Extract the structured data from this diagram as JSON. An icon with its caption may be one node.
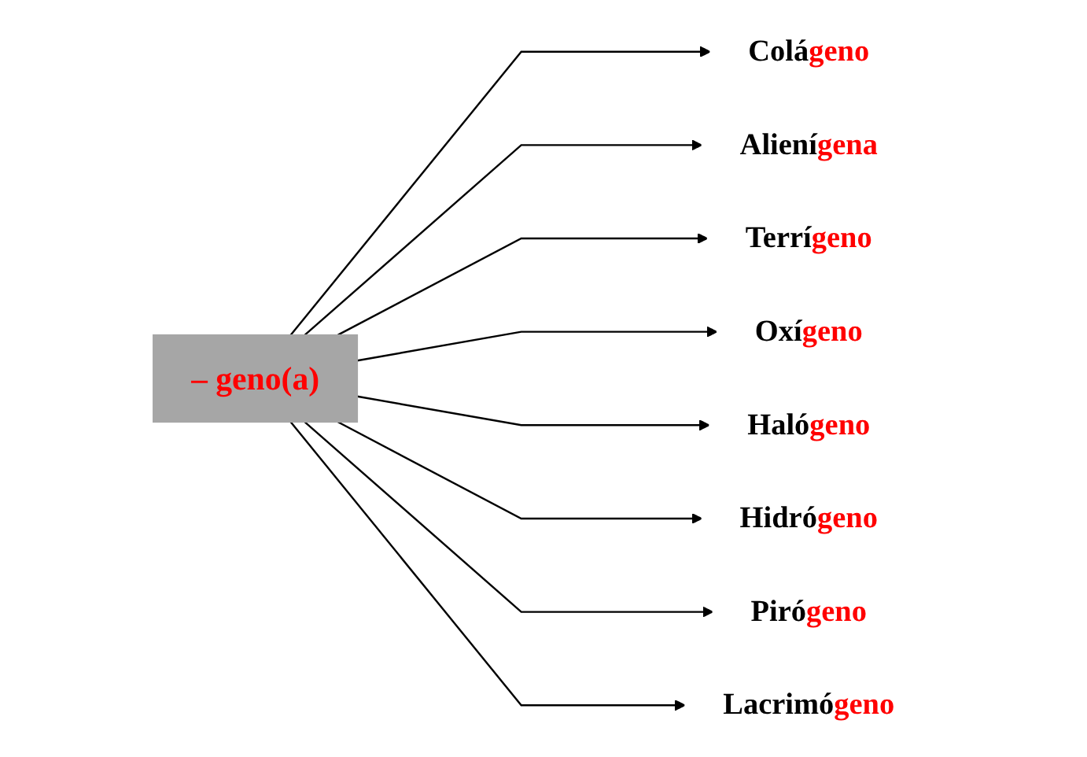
{
  "diagram": {
    "nodes": [
      {
        "text": [
          "– geno(a)"
        ]
      },
      {
        "text": [
          "Colá**geno**"
        ]
      },
      {
        "text": [
          "Aliení**gena**"
        ]
      },
      {
        "text": [
          "Terrí**geno**"
        ]
      },
      {
        "text": [
          "Oxí**geno**"
        ]
      },
      {
        "text": [
          "Haló**geno**"
        ]
      },
      {
        "text": [
          "Hidró**geno**"
        ]
      },
      {
        "text": [
          "Piró**geno**"
        ]
      },
      {
        "text": [
          "Lacrimó**geno**"
        ]
      }
    ],
    "edges": [
      {
        "from": 0,
        "to": 1,
        "arrow": "to"
      },
      {
        "from": 0,
        "to": 2,
        "arrow": "to"
      },
      {
        "from": 0,
        "to": 3,
        "arrow": "to"
      },
      {
        "from": 0,
        "to": 4,
        "arrow": "to"
      },
      {
        "from": 0,
        "to": 5,
        "arrow": "to"
      },
      {
        "from": 0,
        "to": 6,
        "arrow": "to"
      },
      {
        "from": 0,
        "to": 7,
        "arrow": "to"
      },
      {
        "from": 0,
        "to": 8,
        "arrow": "to"
      }
    ]
  }
}
